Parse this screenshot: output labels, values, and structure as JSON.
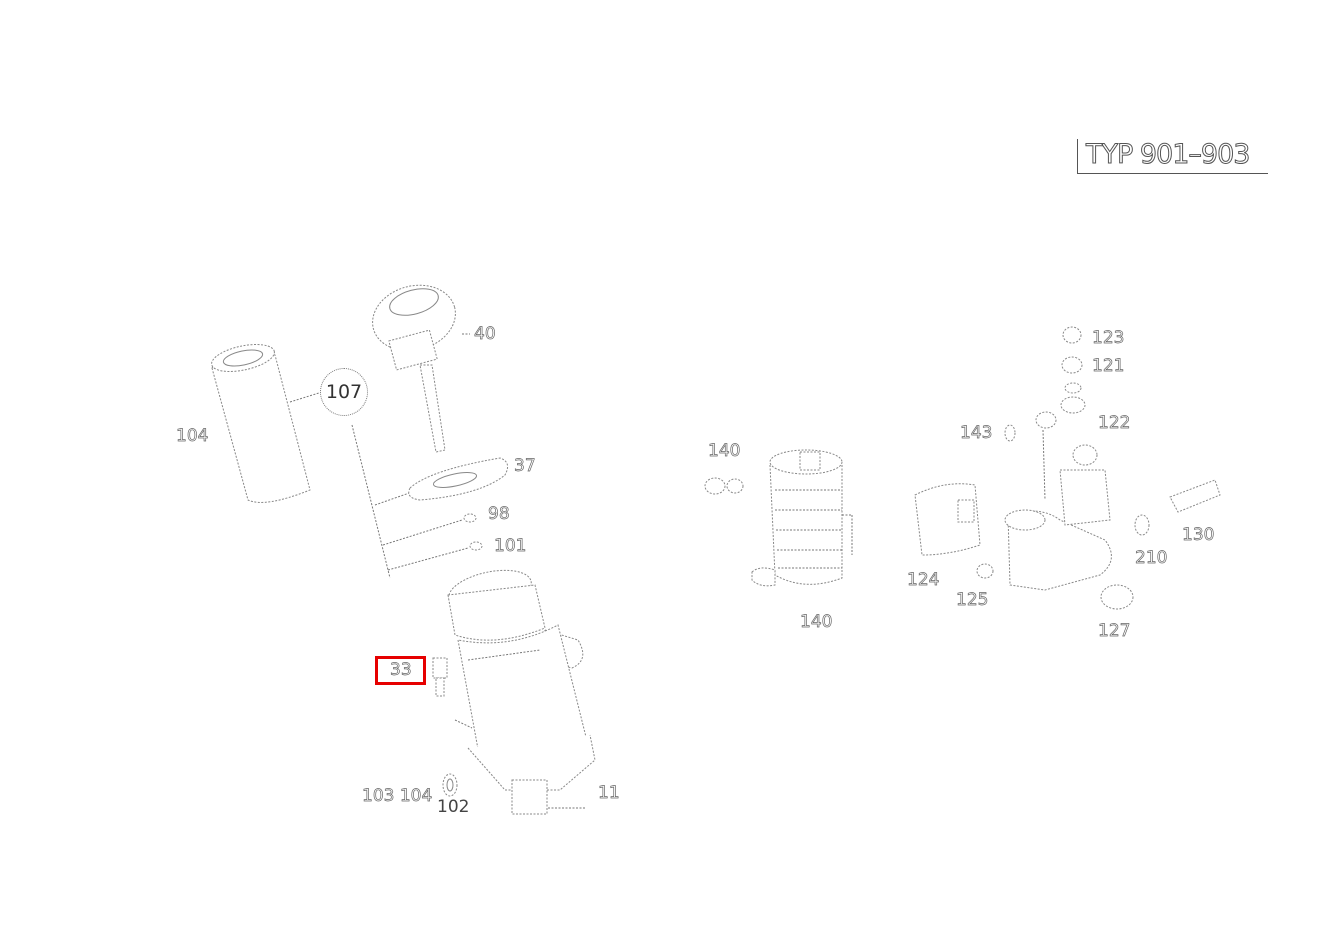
{
  "title": "TYP 901–903",
  "callouts": {
    "c104": "104",
    "c107": "107",
    "c40": "40",
    "c37": "37",
    "c98": "98",
    "c101": "101",
    "c33_highlight": "33",
    "c11": "11",
    "c102": "102",
    "c103": "103 104",
    "c140a": "140",
    "c140b": "140",
    "c143": "143",
    "c123": "123",
    "c121": "121",
    "c122": "122",
    "c124": "124",
    "c125": "125",
    "c127": "127",
    "c210": "210",
    "c130": "130"
  },
  "highlight": {
    "color": "#e60000",
    "label": "33"
  }
}
